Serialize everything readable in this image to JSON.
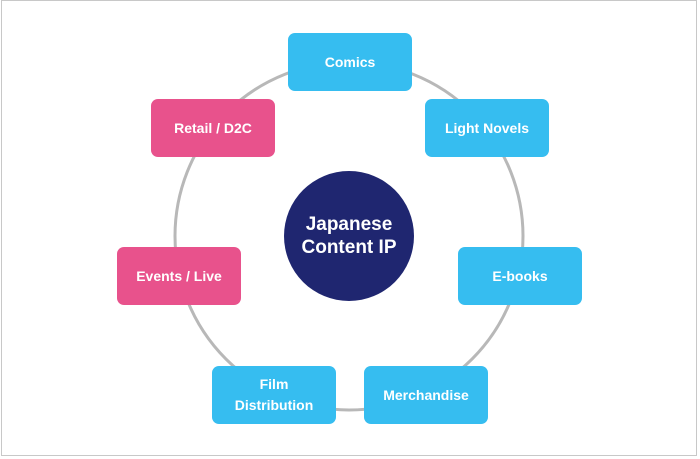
{
  "diagram": {
    "type": "hub-and-ring",
    "center": {
      "label_line1": "Japanese",
      "label_line2": "Content IP",
      "color": "#1f2670"
    },
    "nodes": [
      {
        "id": "comics",
        "label": "Comics",
        "category": "publishing",
        "color": "#36bdf0"
      },
      {
        "id": "light-novels",
        "label": "Light Novels",
        "category": "publishing",
        "color": "#36bdf0"
      },
      {
        "id": "e-books",
        "label": "E-books",
        "category": "publishing",
        "color": "#36bdf0"
      },
      {
        "id": "merchandise",
        "label": "Merchandise",
        "category": "publishing",
        "color": "#36bdf0"
      },
      {
        "id": "film-distribution",
        "label_line1": "Film",
        "label_line2": "Distribution",
        "category": "publishing",
        "color": "#36bdf0"
      },
      {
        "id": "events-live",
        "label": "Events / Live",
        "category": "direct",
        "color": "#e8528c"
      },
      {
        "id": "retail-d2c",
        "label": "Retail / D2C",
        "category": "direct",
        "color": "#e8528c"
      }
    ],
    "ring_color": "#b8b8b8"
  }
}
